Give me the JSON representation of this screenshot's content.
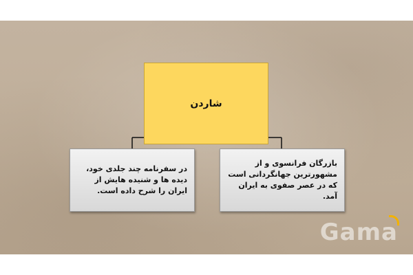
{
  "diagram": {
    "root": {
      "label": "شاردن"
    },
    "children": [
      {
        "text": "در سفرنامه چند جلدی خود، دیده ها و شنیده هایش از ایران را شرح داده است."
      },
      {
        "text": "بازرگان فرانسوی و از مشهورترین جهانگردانی است که در عصر صفوی به ایران آمد."
      }
    ]
  },
  "logo": {
    "text": "Gama"
  },
  "colors": {
    "root_fill": "#fdd75e",
    "child_fill": "#e5e5e5",
    "connector": "#111111",
    "background": "#c0b09b"
  }
}
